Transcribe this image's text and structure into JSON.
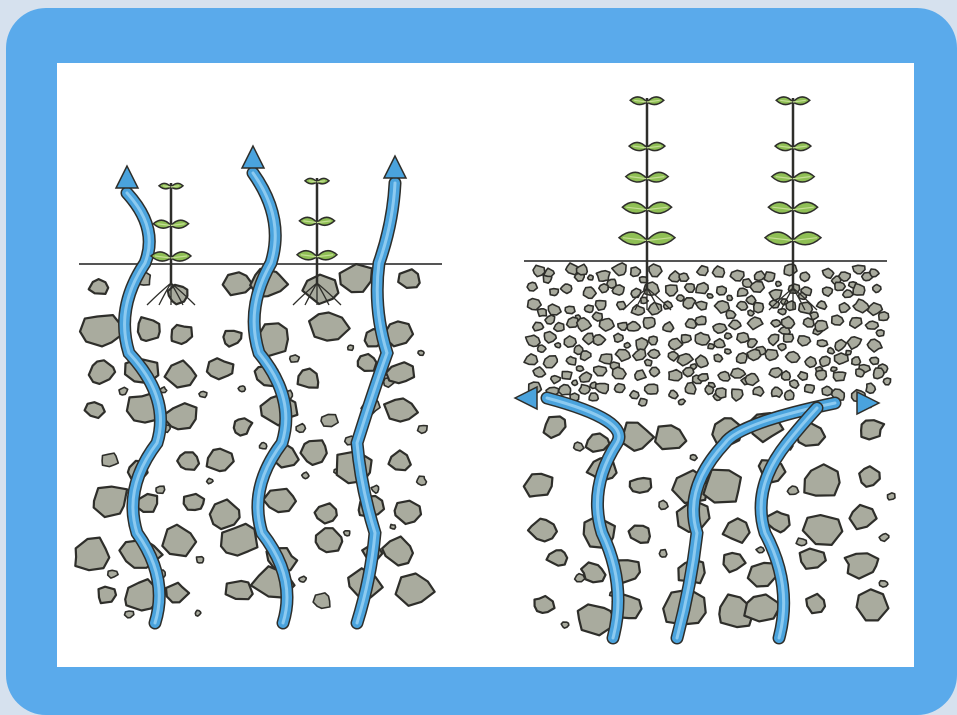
{
  "colors": {
    "page_background": "#d6e1ee",
    "frame": "#5aaaeb",
    "panel": "#ffffff",
    "water": "#4aa3dd",
    "water_light": "#8ccaf0",
    "rock_fill": "#a9ab9e",
    "rock_stroke": "#2e2e2a",
    "leaf": "#8fbf55",
    "leaf_light": "#c4de94",
    "ground_line": "#555555"
  },
  "illustrations": [
    {
      "id": "left",
      "scene": "water-draining-through-coarse-rocks",
      "plants": 2,
      "water_flow": "up-through-surface"
    },
    {
      "id": "right",
      "scene": "fine-gravel-topsoil-over-coarse-rocks",
      "plants": 2,
      "water_flow": "sideways-below-fine-layer"
    }
  ]
}
